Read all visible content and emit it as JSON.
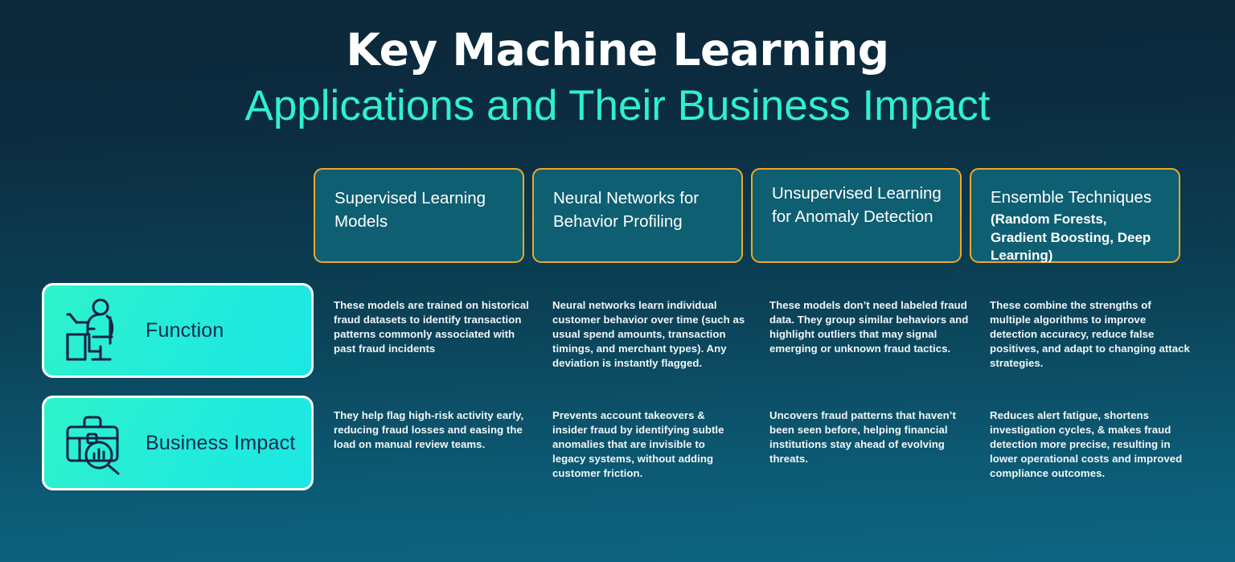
{
  "title": {
    "line1": "Key Machine Learning",
    "line2": "Applications and Their Business Impact"
  },
  "colors": {
    "background_top": "#0c2839",
    "background_bottom": "#0d6582",
    "card_border": "#f0a826",
    "card_fill": "#0e5f72",
    "accent_cyan": "#2ff0d2",
    "side_card_border": "#ffffff",
    "side_label_text": "#152a4e",
    "body_text": "#f2f6f7"
  },
  "row_labels": [
    {
      "label": "Function",
      "icon": "person-at-desk-icon"
    },
    {
      "label": "Business Impact",
      "icon": "briefcase-magnifier-chart-icon"
    }
  ],
  "columns": [
    {
      "header_title": "Supervised Learning Models",
      "header_sub": "",
      "function": "These models are trained on historical fraud datasets to identify transaction patterns commonly associated with past fraud incidents",
      "business_impact": "They help flag high-risk activity early, reducing fraud losses and easing the load on manual review teams."
    },
    {
      "header_title": "Neural Networks for Behavior Profiling",
      "header_sub": "",
      "function": "Neural networks learn individual customer behavior over time (such as usual spend amounts, transaction timings, and merchant types). Any deviation is instantly flagged.",
      "business_impact": "Prevents account takeovers & insider fraud by identifying subtle anomalies that are invisible to legacy systems, without adding customer friction."
    },
    {
      "header_title": "Unsupervised Learning for Anomaly Detection",
      "header_sub": "",
      "function": "These models don’t need labeled fraud data. They group similar behaviors and highlight outliers that may signal emerging or unknown fraud tactics.",
      "business_impact": "Uncovers fraud patterns that haven’t been seen before, helping financial institutions stay ahead of evolving threats."
    },
    {
      "header_title": "Ensemble Techniques",
      "header_sub": "(Random Forests, Gradient Boosting, Deep Learning)",
      "function": "These combine the strengths of multiple algorithms to improve detection accuracy, reduce false positives, and adapt to changing attack strategies.",
      "business_impact": "Reduces alert fatigue, shortens investigation cycles, & makes fraud detection more precise, resulting in lower operational costs and improved compliance outcomes."
    }
  ]
}
